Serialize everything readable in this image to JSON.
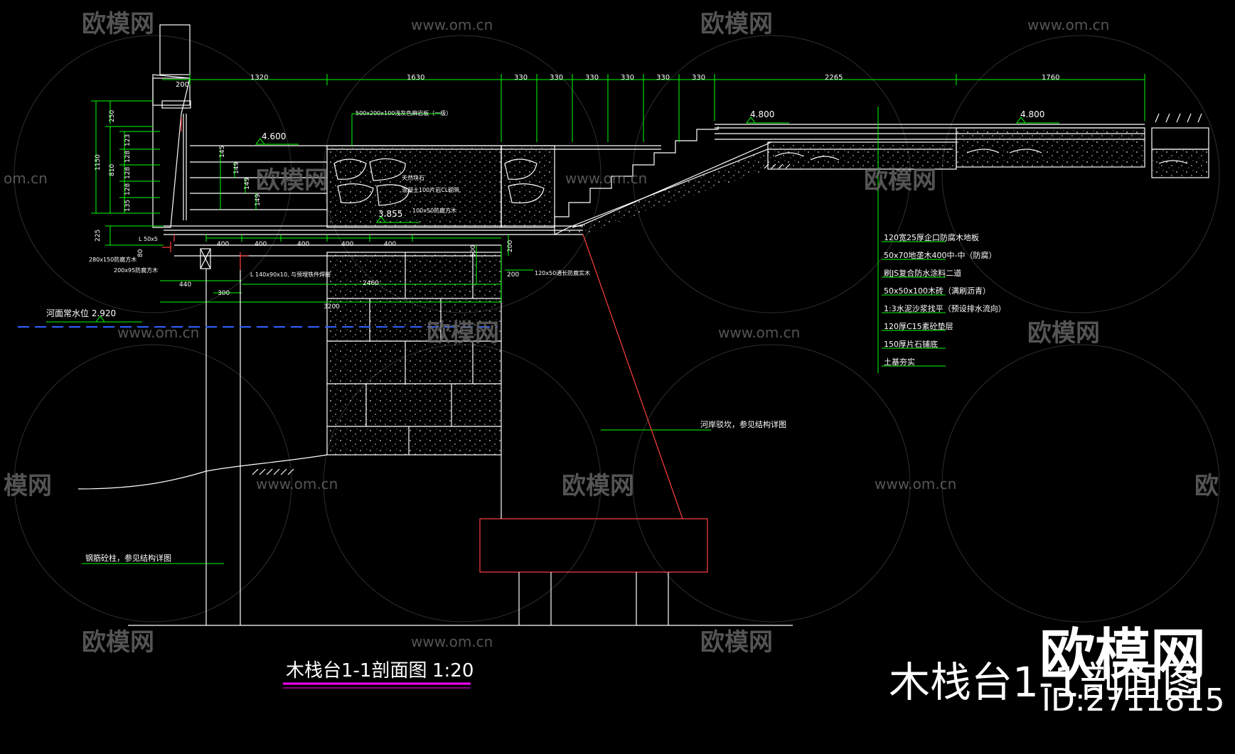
{
  "colors": {
    "background": "#000000",
    "line_white": "#ffffff",
    "line_green": "#00ff00",
    "line_red": "#ff4040",
    "line_blue": "#3060ff",
    "underline_magenta": "#ff00ff",
    "watermark": "#555555"
  },
  "drawing": {
    "title": "木栈台1-1剖面图",
    "scale": "1:20",
    "big_title": "木栈台1-1剖面图",
    "brand": "欧模网",
    "id_label": "ID:2711815"
  },
  "watermark": {
    "brand": "欧模网",
    "url": "www.om.cn",
    "url_short": "om.cn",
    "brand_partial": "模网",
    "brand_partial2": "欧"
  },
  "dimensions_top": [
    "200",
    "1320",
    "1630",
    "330",
    "330",
    "330",
    "330",
    "330",
    "330",
    "2265",
    "1760"
  ],
  "dimensions_left": [
    "250",
    "1150",
    "810",
    "135",
    "128",
    "128",
    "128",
    "123",
    "225",
    "80"
  ],
  "dimensions_mid": [
    "145",
    "149",
    "149",
    "149",
    "400",
    "400",
    "400",
    "400",
    "400",
    "2460",
    "3200",
    "440",
    "300",
    "500",
    "200",
    "200"
  ],
  "elevations": [
    "4.600",
    "3.855",
    "4.800",
    "4.800"
  ],
  "water_level": "河面常水位  2.920",
  "labels": {
    "top_board": "500x200x100浅灰色麻岩板（一级）",
    "rubble": "天然块石",
    "stone_base": "混凝土100片岩CL砌筑",
    "joist_short": "100x50防腐方木",
    "L50": "L 50x5",
    "wood1": "280x150防腐方木",
    "wood2": "200x95防腐方木",
    "angle": "L 140x90x10, 与预埋铁件焊接",
    "anchor": "120x50通长防腐实木",
    "slope": "河岸驳坎，参见结构详图",
    "pile": "钢筋砼柱，参见结构详图"
  },
  "layers": [
    "120宽25厚企口防腐木地板",
    "50x70地垄木400中-中（防腐）",
    "刷JS复合防水涂料二道",
    "50x50x100木砖（满刷沥青）",
    "1:3水泥沙浆找平（预设排水流向）",
    "120厚C15素砼垫层",
    "150厚片石铺底",
    "土基夯实"
  ]
}
